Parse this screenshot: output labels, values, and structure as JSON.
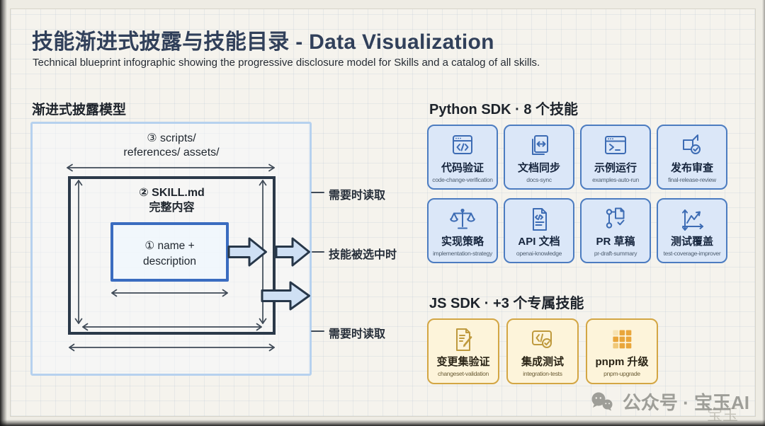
{
  "header": {
    "title": "技能渐进式披露与技能目录 - Data Visualization",
    "subtitle": "Technical blueprint infographic showing the progressive disclosure model for Skills and a catalog of all skills."
  },
  "diagram": {
    "section_title": "渐进式披露模型",
    "layer3": {
      "line1": "③ scripts/",
      "line2": "references/ assets/"
    },
    "layer2": {
      "line1": "② SKILL.md",
      "line2": "完整内容"
    },
    "layer1": {
      "line1": "① name +",
      "line2": "description"
    },
    "labels": {
      "top": "需要时读取",
      "middle": "技能被选中时",
      "bottom": "需要时读取"
    }
  },
  "python": {
    "title": "Python SDK · 8 个技能",
    "cards": [
      {
        "icon": "code-window-icon",
        "title": "代码验证",
        "slug": "code-change-verification"
      },
      {
        "icon": "docs-sync-icon",
        "title": "文档同步",
        "slug": "docs-sync"
      },
      {
        "icon": "terminal-icon",
        "title": "示例运行",
        "slug": "examples-auto-run"
      },
      {
        "icon": "release-check-icon",
        "title": "发布审查",
        "slug": "final-release-review"
      },
      {
        "icon": "scales-icon",
        "title": "实现策略",
        "slug": "implementation-strategy"
      },
      {
        "icon": "api-doc-icon",
        "title": "API 文档",
        "slug": "openai-knowledge"
      },
      {
        "icon": "git-pr-icon",
        "title": "PR 草稿",
        "slug": "pr-draft-summary"
      },
      {
        "icon": "coverage-chart-icon",
        "title": "测试覆盖",
        "slug": "test-coverage-improver"
      }
    ]
  },
  "js": {
    "title": "JS SDK · +3 个专属技能",
    "cards": [
      {
        "icon": "edit-document-icon",
        "title": "变更集验证",
        "slug": "changeset-validation"
      },
      {
        "icon": "integration-check-icon",
        "title": "集成测试",
        "slug": "integration-tests"
      },
      {
        "icon": "pnpm-grid-icon",
        "title": "pnpm 升级",
        "slug": "pnpm-upgrade"
      }
    ]
  },
  "watermark": {
    "label": "公众号 · 宝玉AI",
    "ghost": "宝玉"
  },
  "colors": {
    "python_card_bg": "#dbe7f8",
    "python_card_border": "#4c7cc0",
    "js_card_bg": "#fdf4da",
    "js_card_border": "#d3a644",
    "dark_frame": "#2b3949",
    "inner_frame": "#3a6cc0",
    "outer_frame": "#b6d1ee",
    "block_arrow_fill": "#cfe0f4",
    "pnpm_orange": "#e9a63b",
    "title_color": "#31405a"
  }
}
